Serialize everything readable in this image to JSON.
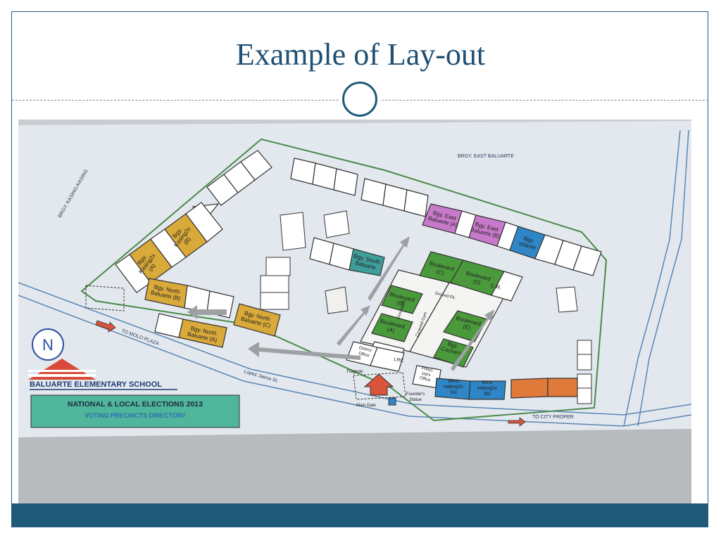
{
  "slide": {
    "title": "Example of Lay-out"
  },
  "map": {
    "neighbors": {
      "east": "BRGY. EAST BALUARTE",
      "west": "BRGY. KASING-KASING"
    },
    "directions": {
      "molo": "TO MOLO PLAZA",
      "city": "TO CITY PROPER"
    },
    "street": "Lopez Jaena St.",
    "compass": "N",
    "school_name": "BALUARTE ELEMENTARY SCHOOL",
    "directory": {
      "line1": "NATIONAL & LOCAL ELECTIONS 2013",
      "line2": "VOTING PRECINCTS DIRECTORY"
    },
    "precincts": {
      "north_a": [
        "Bgy. North",
        "Baluarte (A)"
      ],
      "north_b": [
        "Bgy. North",
        "Baluarte (B)"
      ],
      "north_c": [
        "Bgy. North",
        "Baluarte (C)"
      ],
      "kasing_a": [
        "Bgy.",
        "Kasing2x",
        "(A)"
      ],
      "kasing_b": [
        "Bgy.",
        "Kasing2x",
        "(B)"
      ],
      "south": [
        "Bgy. South",
        "Baluarte"
      ],
      "boulevard_a": [
        "Boulevard",
        "(A)"
      ],
      "boulevard_b": [
        "Boulevard",
        "(B)"
      ],
      "boulevard_c": [
        "Boulevard",
        "(C)"
      ],
      "boulevard_d": [
        "Boulevard",
        "(D)"
      ],
      "boulevard_e": [
        "Boulevard",
        "(E)"
      ],
      "cochero": [
        "Bgy.",
        "Cochero"
      ],
      "east_a": [
        "Bgy. East",
        "Baluarte (A)"
      ],
      "east_b": [
        "Bgy. East",
        "Baluarte (B)"
      ],
      "infante": [
        "Bgy.",
        "Infante"
      ],
      "habog_a": [
        "West",
        "Habog2x",
        "(A)"
      ],
      "habog_b": [
        "West",
        "Habog2x",
        "(B)"
      ]
    },
    "facilities": {
      "district_office": [
        "District",
        "Office"
      ],
      "lrc": "LRC",
      "principal": [
        "Princi-",
        "pal's",
        "Office"
      ],
      "flagpole": "Flagpole",
      "founders": [
        "Founder's",
        "Statue"
      ],
      "main_gate": "Main Gate",
      "cr": "C.R.",
      "ground_flr_1": "Ground Flr.",
      "ground_flr_2": "Ground Flr.",
      "covered_gym": "Covered Gym"
    }
  },
  "colors": {
    "accent": "#1e5a78",
    "title": "#1f4f73",
    "gold": "#d9a93a",
    "green": "#4a9a3c",
    "pink": "#c77ac9",
    "blue": "#2f86c6",
    "teal": "#3f9d9a",
    "orange": "#e07a3a",
    "directory_bg": "#4fb59b"
  }
}
